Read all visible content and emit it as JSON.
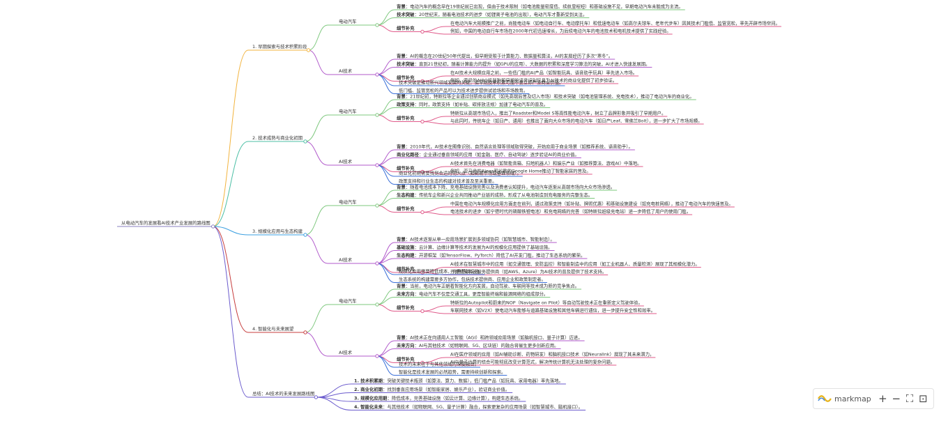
{
  "root": {
    "text": "从电动汽车的发展看AI技术产业发展的路线图"
  },
  "sections": [
    {
      "title": "1. 早期探索与技术积累阶段",
      "color": "#f2b33d",
      "subs": [
        {
          "title": "电动汽车",
          "items": [
            {
              "label": "背景",
              "text": "电动汽车的概念早在19世纪就已出现，但由于技术限制（如电池能量密度低、续航里程短）和基础设施不足，早期电动汽车未能成为主流。"
            },
            {
              "label": "技术突破",
              "text": "20世纪末，随着电池技术的进步（如锂离子电池的出现），电动汽车才重新受到关注。"
            },
            {
              "label": "细节补充",
              "children": [
                "在电动汽车大规模推广之前，尚能电动车（如电动自行车、电动摩托车）和低速电动车（如高尔夫球车、老年代步车）因其技术门槛低、监管宽松，率先开辟市场空间。",
                "例如，中国的电动自行车市场在2000年代初迅速增长，为后续电动汽车的电池技术和电机技术提供了实践经验。"
              ]
            }
          ]
        },
        {
          "title": "AI技术",
          "items": [
            {
              "label": "背景",
              "text": "AI的概念在20世纪50年代提出，但早期受限于计算能力、数据量和算法，AI的发展经历了多次“寒冬”。"
            },
            {
              "label": "技术突破",
              "text": "直到21世纪初，随着计算能力的提升（如GPU的应用）、大数据的积累和深度学习算法的突破，AI才进入快速发展期。"
            },
            {
              "label": "细节补充",
              "children": [
                "在AI技术大规模应用之前，一些低门槛的AI产品（如智能玩具、语音助手玩具）率先进入市场。",
                "例如，索尼的AIBO机器狗和早期的语音识别玩具为AI技术的商业化提供了初步验证。"
              ]
            }
          ]
        }
      ],
      "notes": [
        "技术突破是推动新兴领域发展的关键，但早期技术积累可能不会立即产生商业价值。",
        "低门槛、监管宽松的产品可以为技术进步提供试验场和市场教育。"
      ]
    },
    {
      "title": "2. 技术成熟与商业化初期",
      "color": "#4cbfa5",
      "subs": [
        {
          "title": "电动汽车",
          "items": [
            {
              "label": "背景",
              "text": "21世纪初，特斯拉等企业通过创新商业模式（如先高端后普及切入市场）和技术突破（如电池管理系统、充电技术），推动了电动汽车的商业化。"
            },
            {
              "label": "政策支持",
              "text": "同时，政策支持（如补贴、碳排放法规）加速了电动汽车的普及。"
            },
            {
              "label": "细节补充",
              "children": [
                "特斯拉从高端市场切入，推出了Roadster和Model S等高性能电动汽车，树立了品牌形象并吸引了早期用户。",
                "与此同时，传统车企（如日产、通用）也推出了面向大众市场的电动汽车（如日产Leaf、雪佛兰Bolt），进一步扩大了市场规模。"
              ]
            }
          ]
        },
        {
          "title": "AI技术",
          "items": [
            {
              "label": "背景",
              "text": "2010年代，AI技术在图像识别、自然语言处理等领域取得突破，开始应用于商业场景（如推荐系统、语音助手）。"
            },
            {
              "label": "商业化路径",
              "text": "企业通过垂直领域的应用（如金融、医疗、自动驾驶）逐步验证AI的商业价值。"
            },
            {
              "label": "细节补充",
              "children": [
                "AI技术首先在消费电器（如智能音箱、扫地机器人）和娱乐产业（如推荐算法、游戏AI）中落地。",
                "例如，亚马逊的Alexa和谷歌的Google Home推动了智能家居的普及。"
              ]
            }
          ]
        }
      ],
      "notes": [
        "商业化初期需要找到合适的切入点（如高端市场或垂直领域）。",
        "政策支持和行业生态的构建对技术普及至关重要。"
      ]
    },
    {
      "title": "3. 规模化应用与生态构建",
      "color": "#3a9fe0",
      "subs": [
        {
          "title": "电动汽车",
          "items": [
            {
              "label": "背景",
              "text": "随着电池成本下降、充电基础设施完善以及消费者认知提升，电动汽车逐渐从高端市场向大众市场渗透。"
            },
            {
              "label": "生态构建",
              "text": "传统车企和新兴企业共同推动产业链的成熟，形成了从电池制造到充电服务的完整生态。"
            },
            {
              "label": "细节补充",
              "children": [
                "中国在电动汽车规模化应用方面走在前列，通过政策支持（如补贴、牌照优惠）和基础设施建设（如充电桩网络），推动了电动汽车的快速普及。",
                "电池技术的进步（如宁德时代的磷酸铁锂电池）和充电网络的完善（如特斯拉超级充电站）进一步降低了用户的使用门槛。"
              ]
            }
          ]
        },
        {
          "title": "AI技术",
          "items": [
            {
              "label": "背景",
              "text": "AI技术逐渐从单一应用场景扩展到多领域协同（如智慧城市、智能制造）。"
            },
            {
              "label": "基础设施",
              "text": "云计算、边缘计算等技术的发展为AI的规模化应用提供了基础设施。"
            },
            {
              "label": "生态构建",
              "text": "开源框架（如TensorFlow、PyTorch）降低了AI开发门槛，推动了生态系统的繁荣。"
            },
            {
              "label": "细节补充",
              "children": [
                "AI技术在智慧城市中的应用（如交通管理、安防监控）和智能制造中的应用（如工业机器人、质量检测）展现了其规模化潜力。",
                "开源框架和云服务提供商（如AWS、Azure）为AI技术的普及提供了技术支持。"
              ]
            }
          ]
        }
      ],
      "notes": [
        "规模化应用需要降低成本、完善基础设施。",
        "生态系统的构建需要多方协作，包括技术提供商、应用企业和政策制定者。"
      ]
    },
    {
      "title": "4. 智能化与未来展望",
      "color": "#c73e3e",
      "subs": [
        {
          "title": "电动汽车",
          "items": [
            {
              "label": "背景",
              "text": "当前，电动汽车正朝着智能化方向发展，自动驾驶、车联网等技术成为新的竞争焦点。"
            },
            {
              "label": "未来方向",
              "text": "电动汽车不仅是交通工具，更是智能终端和能源网络的组成部分。"
            },
            {
              "label": "细节补充",
              "children": [
                "特斯拉的Autopilot和蔚来的NOP（Navigate on Pilot）等自动驾驶技术正在重新定义驾驶体验。",
                "车联网技术（如V2X）使电动汽车能够与道路基础设施和其他车辆进行通信，进一步提升安全性和效率。"
              ]
            }
          ]
        },
        {
          "title": "AI技术",
          "items": [
            {
              "label": "背景",
              "text": "AI技术正在向通用人工智能（AGI）和跨领域应用场景（如脑机接口、量子计算）迈进。"
            },
            {
              "label": "未来方向",
              "text": "AI与其他技术（如物联网、5G、区块链）的融合将催生更多创新应用。"
            },
            {
              "label": "细节补充",
              "children": [
                "AI在医疗领域的应用（如AI辅助诊断、药物研发）和脑机接口技术（如Neuralink）展现了其未来潜力。",
                "AI与量子计算的结合可能彻底改变计算范式，解决传统计算机无法处理的复杂问题。"
              ]
            }
          ]
        }
      ],
      "notes": [
        "技术的未来在于与其他领域的深度融合。",
        "智能化是技术发展的必然趋势，需要持续创新和探索。"
      ]
    },
    {
      "title": "总结：AI技术的未来发展路线图",
      "color": "#6a5acd",
      "summary": [
        {
          "label": "1. 技术积累期",
          "text": "突破关键技术瓶颈（如算法、算力、数据），低门槛产品（如玩具、家用电器）率先落地。"
        },
        {
          "label": "2. 商业化初期",
          "text": "找到垂直应用场景（如智能家居、娱乐产业），验证商业价值。"
        },
        {
          "label": "3. 规模化应用期",
          "text": "降低成本，完善基础设施（如云计算、边缘计算），构建生态系统。"
        },
        {
          "label": "4. 智能化未来",
          "text": "与其他技术（如物联网、5G、量子计算）融合，探索更复杂的应用场景（如智慧城市、脑机接口）。"
        }
      ]
    }
  ],
  "toolbar": {
    "brand": "markmap",
    "zoom_in": "+",
    "zoom_out": "−",
    "fit": "⛶",
    "toggle": "⊡"
  },
  "colors": {
    "sub_ev": "#7ec87e",
    "sub_ai": "#b15acb",
    "detail": "#e05a8a",
    "note": "#3a6fd8"
  }
}
